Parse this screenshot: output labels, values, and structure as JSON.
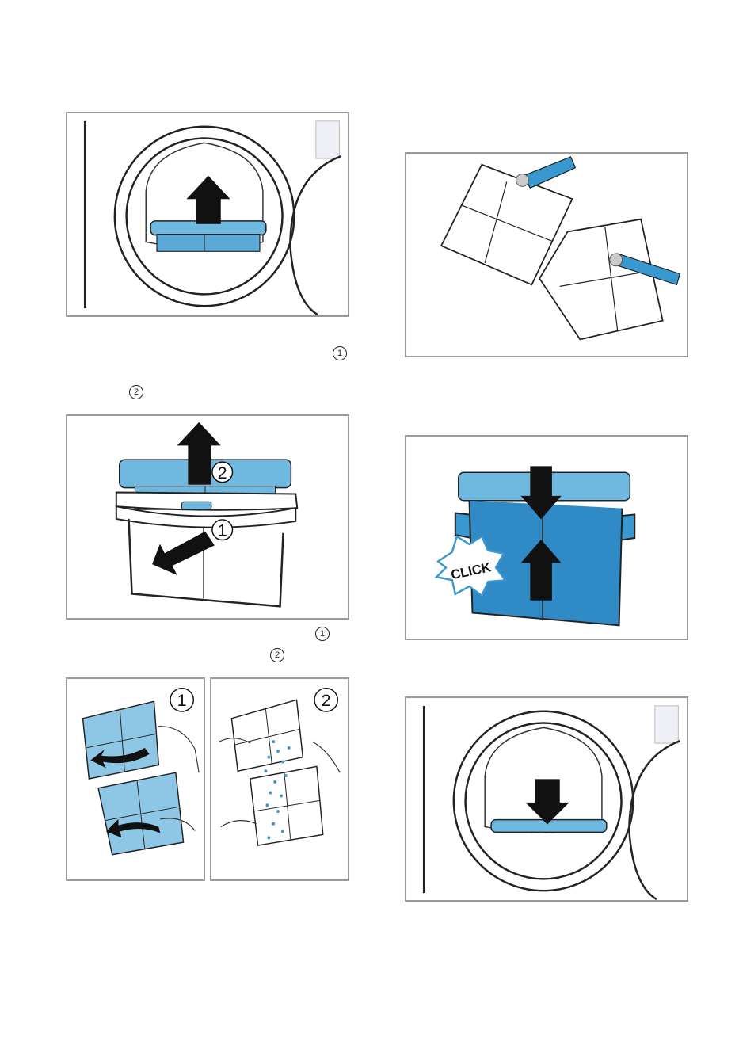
{
  "markers": {
    "remove_filter_step1": "1",
    "remove_filter_step2": "2",
    "open_filter_step1": "1",
    "open_filter_step2": "2"
  },
  "figures": {
    "pull_filter": {
      "step_badge_1": "2",
      "step_badge_2": "1"
    },
    "open_and_clean": {
      "badge_left": "1",
      "badge_right": "2"
    },
    "close_filter": {
      "click_label": "CLICK"
    }
  },
  "colors": {
    "filter_light_blue": "#6fb9e0",
    "filter_blue": "#3a98d0",
    "filter_dark_blue": "#2f8ac6",
    "panel_border": "#9a9a9a",
    "arrow_black": "#111111"
  }
}
